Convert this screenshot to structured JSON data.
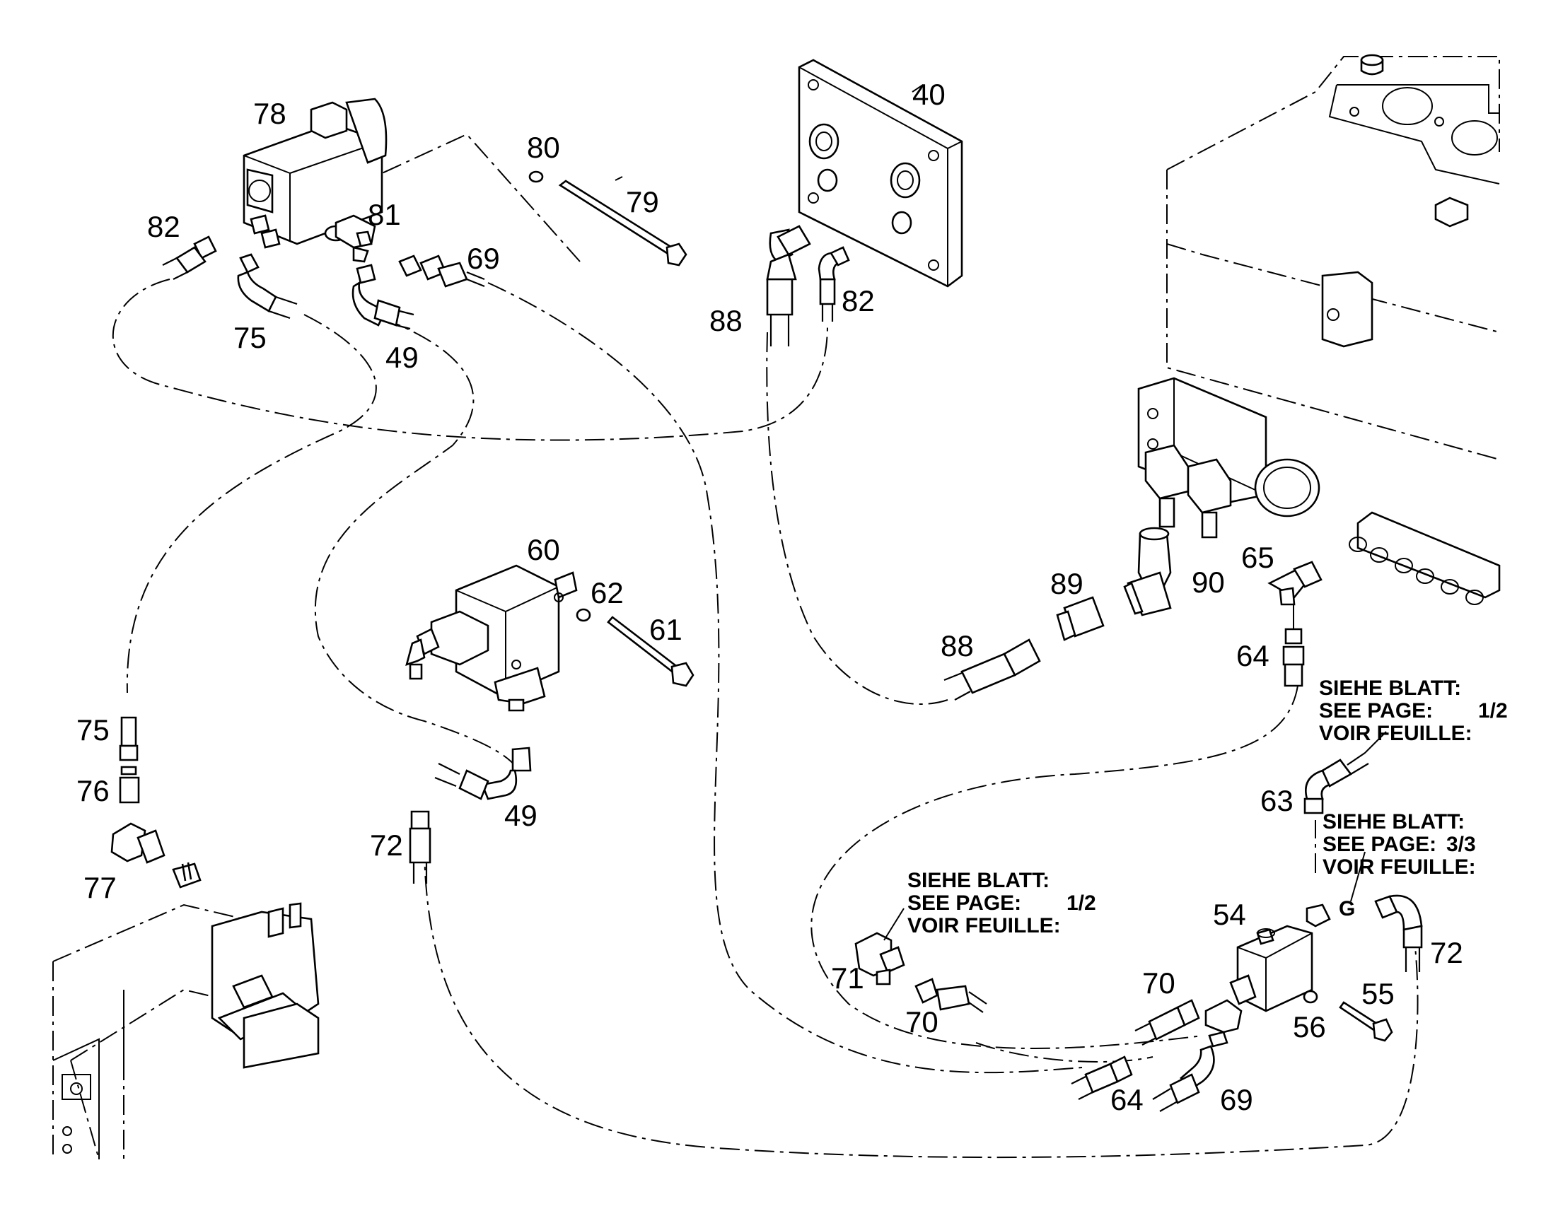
{
  "labels": {
    "p40": "40",
    "p78": "78",
    "p80": "80",
    "p79": "79",
    "p81": "81",
    "p82a": "82",
    "p82b": "82",
    "p69a": "69",
    "p69b": "69",
    "p75a": "75",
    "p75b": "75",
    "p49a": "49",
    "p49b": "49",
    "p88a": "88",
    "p88b": "88",
    "p89": "89",
    "p90": "90",
    "p60": "60",
    "p62": "62",
    "p61": "61",
    "p65": "65",
    "p64a": "64",
    "p64b": "64",
    "p76": "76",
    "p77": "77",
    "p72a": "72",
    "p72b": "72",
    "p63": "63",
    "p54": "54",
    "p71": "71",
    "p70a": "70",
    "p70b": "70",
    "p55": "55",
    "p56": "56",
    "pG": "G"
  },
  "notes": [
    {
      "line1": "SIEHE BLATT:",
      "line2": "SEE PAGE:",
      "page": "1/2",
      "line3": "VOIR FEUILLE:"
    },
    {
      "line1": "SIEHE BLATT:",
      "line2": "SEE PAGE:",
      "page": "3/3",
      "line3": "VOIR FEUILLE:"
    },
    {
      "line1": "SIEHE BLATT:",
      "line2": "SEE PAGE:",
      "page": "1/2",
      "line3": "VOIR FEUILLE:"
    }
  ]
}
